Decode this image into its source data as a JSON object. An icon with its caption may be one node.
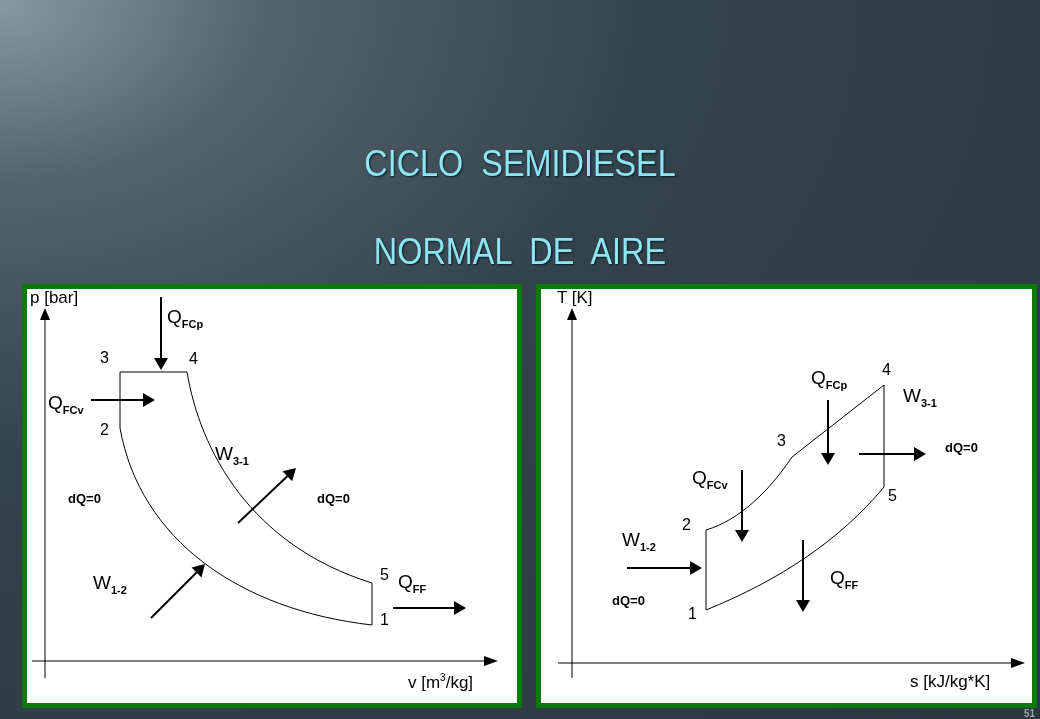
{
  "diagram": {
    "title": "CICLO SEMIDIESEL NORMAL DE AIRE",
    "labels": [
      "p [bar]",
      "Q$_{FCp}$",
      "3",
      "4",
      "Q$_{FCv}$",
      "2",
      "W$_{3-1}$",
      "dQ=0",
      "dQ=0",
      "5",
      "Q$_{FF}$",
      "W$_{1-2}$",
      "1",
      "v [m$^{3}$/kg]",
      "T [K]",
      "4",
      "Q$_{FCp}$",
      "W$_{3-1}$",
      "3",
      "dQ=0",
      "Q$_{FCv}$",
      "5",
      "2",
      "W$_{1-2}$",
      "Q$_{FF}$",
      "dQ=0",
      "1",
      "s [kJ/kg*K]",
      "51"
    ]
  }
}
